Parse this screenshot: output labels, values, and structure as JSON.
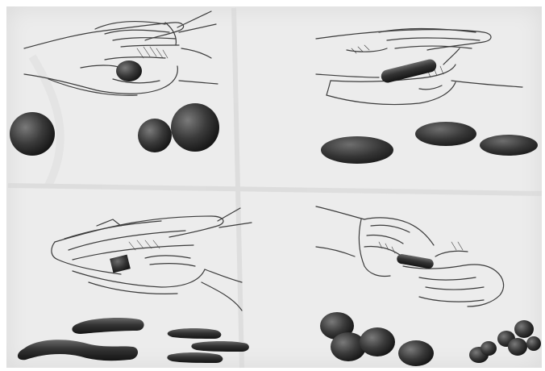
{
  "colors": {
    "paper": "#ececec",
    "border": "#ffffff",
    "ink": "#2b2b2b",
    "line": "#444444",
    "shadow_fold": "#d6d6d6"
  },
  "panels": [
    {
      "id": "top-left",
      "technique": "rolling-ball",
      "icon": "hand-rolling-ball-icon"
    },
    {
      "id": "top-right",
      "technique": "rolling-log",
      "icon": "hand-rolling-log-icon"
    },
    {
      "id": "bottom-left",
      "technique": "pressing-flat",
      "icon": "hand-pressing-icon"
    },
    {
      "id": "bottom-right",
      "technique": "pinching-balls",
      "icon": "hand-pinching-icon"
    }
  ]
}
